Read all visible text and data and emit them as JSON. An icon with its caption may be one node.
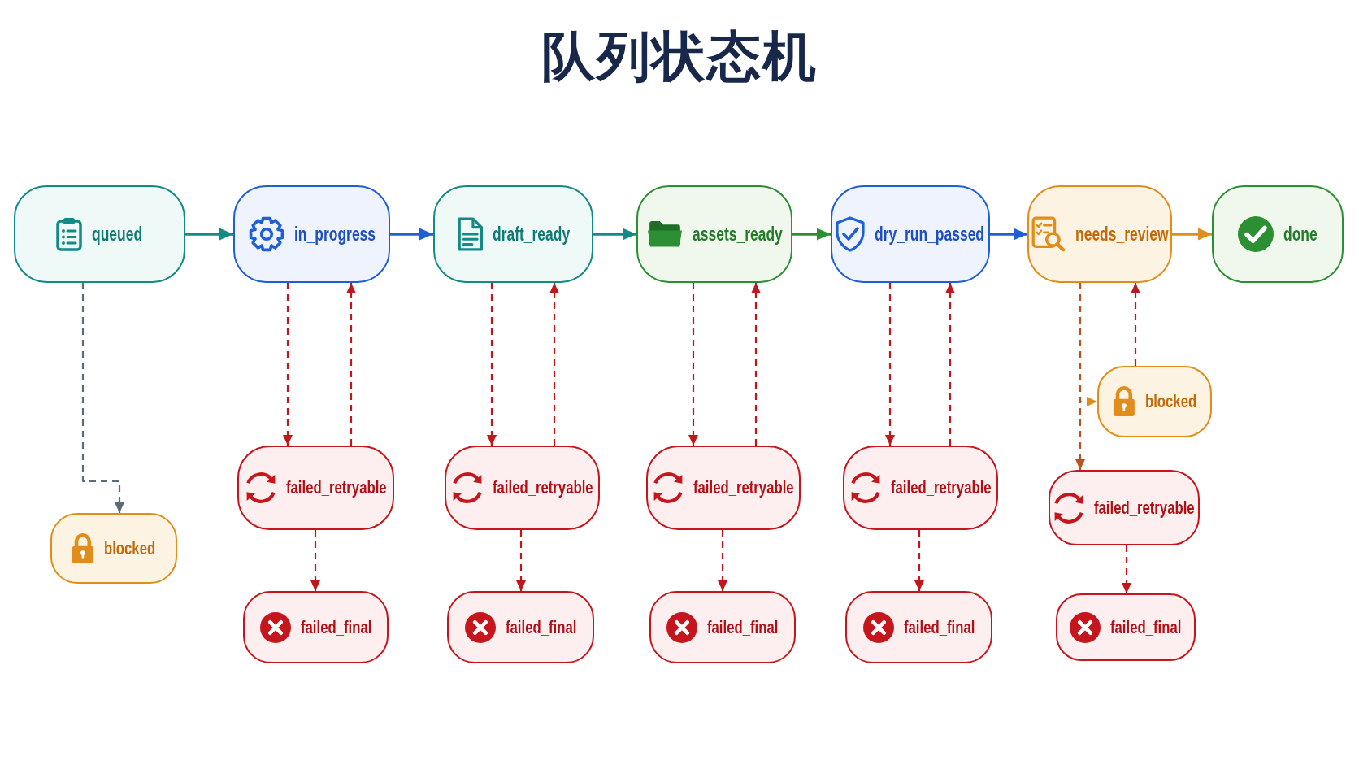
{
  "diagram": {
    "title": "队列状态机",
    "nodes": [
      {
        "text": [
          "queued"
        ]
      },
      {
        "text": [
          "in_progress"
        ]
      },
      {
        "text": [
          "draft_ready"
        ]
      },
      {
        "text": [
          "assets_ready"
        ]
      },
      {
        "text": [
          "dry_run_passed"
        ]
      },
      {
        "text": [
          "needs_review"
        ]
      },
      {
        "text": [
          "done"
        ]
      },
      {
        "text": [
          "blocked"
        ]
      },
      {
        "text": [
          "failed_retryable"
        ]
      },
      {
        "text": [
          "failed_final"
        ]
      },
      {
        "text": [
          "failed_retryable"
        ]
      },
      {
        "text": [
          "failed_final"
        ]
      },
      {
        "text": [
          "failed_retryable"
        ]
      },
      {
        "text": [
          "failed_final"
        ]
      },
      {
        "text": [
          "failed_retryable"
        ]
      },
      {
        "text": [
          "failed_final"
        ]
      },
      {
        "text": [
          "blocked"
        ]
      },
      {
        "text": [
          "failed_retryable"
        ]
      },
      {
        "text": [
          "failed_final"
        ]
      }
    ],
    "edges": [
      {
        "from": 0,
        "to": 1,
        "arrow": "to",
        "color": "#138a84"
      },
      {
        "from": 1,
        "to": 2,
        "arrow": "to",
        "color": "#1f5fd6"
      },
      {
        "from": 2,
        "to": 3,
        "arrow": "to",
        "color": "#138a84"
      },
      {
        "from": 3,
        "to": 4,
        "arrow": "to",
        "color": "#2d8f33"
      },
      {
        "from": 4,
        "to": 5,
        "arrow": "to",
        "color": "#1f5fd6"
      },
      {
        "from": 5,
        "to": 6,
        "arrow": "to",
        "color": "#e08d1c"
      },
      {
        "from": 0,
        "to": 7,
        "arrow": "to",
        "style": "dashed",
        "color": "#5b6b78"
      },
      {
        "from": 1,
        "to": 8,
        "arrow": "to",
        "style": "dashed"
      },
      {
        "from": 8,
        "to": 1,
        "arrow": "to",
        "style": "dashed"
      },
      {
        "from": 8,
        "to": 9,
        "arrow": "to",
        "style": "dashed"
      },
      {
        "from": 2,
        "to": 10,
        "arrow": "to",
        "style": "dashed"
      },
      {
        "from": 10,
        "to": 2,
        "arrow": "to",
        "style": "dashed"
      },
      {
        "from": 10,
        "to": 11,
        "arrow": "to",
        "style": "dashed"
      },
      {
        "from": 3,
        "to": 12,
        "arrow": "to",
        "style": "dashed"
      },
      {
        "from": 12,
        "to": 3,
        "arrow": "to",
        "style": "dashed"
      },
      {
        "from": 12,
        "to": 13,
        "arrow": "to",
        "style": "dashed"
      },
      {
        "from": 4,
        "to": 14,
        "arrow": "to",
        "style": "dashed"
      },
      {
        "from": 14,
        "to": 4,
        "arrow": "to",
        "style": "dashed"
      },
      {
        "from": 14,
        "to": 15,
        "arrow": "to",
        "style": "dashed"
      },
      {
        "from": 5,
        "to": 16,
        "arrow": "to",
        "style": "dashed",
        "color": "#e08d1c"
      },
      {
        "from": 5,
        "to": 17,
        "arrow": "to",
        "style": "dashed",
        "color": "#b5541c"
      },
      {
        "from": 16,
        "to": 5,
        "arrow": "to",
        "style": "dashed"
      },
      {
        "from": 17,
        "to": 18,
        "arrow": "to",
        "style": "dashed"
      }
    ]
  }
}
